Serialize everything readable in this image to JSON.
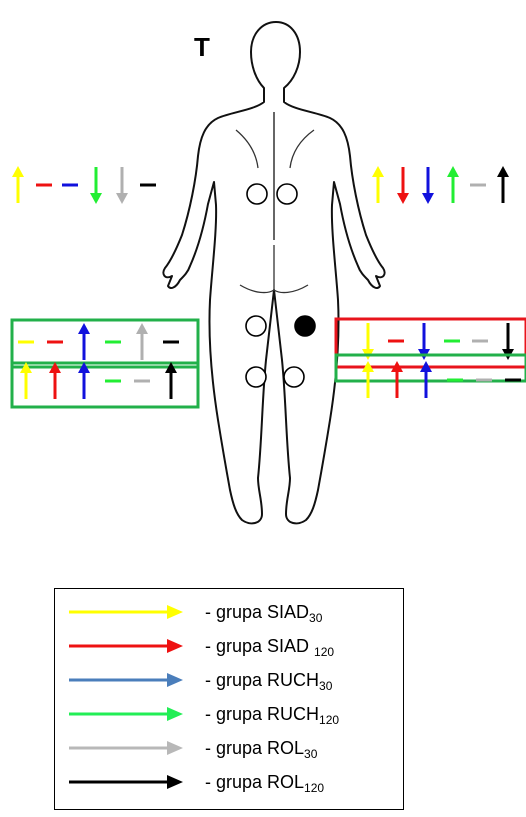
{
  "title": "T",
  "colors": {
    "SIAD30": "#ffff00",
    "SIAD120": "#ee1111",
    "RUCH30": "#1111dd",
    "RUCH120": "#22ee33",
    "ROL30": "#b0b0b0",
    "ROL120": "#000000",
    "box_green": "#22b04a",
    "box_red": "#e8141c"
  },
  "groups": [
    {
      "name": "SIAD30",
      "legend_color": "#ffff00",
      "prefix": "- grupa SIAD",
      "sub": "30"
    },
    {
      "name": "SIAD120",
      "legend_color": "#ee1111",
      "prefix": "- grupa SIAD ",
      "sub": "120"
    },
    {
      "name": "RUCH30",
      "legend_color": "#4a7ebb",
      "prefix": "- grupa RUCH",
      "sub": "30"
    },
    {
      "name": "RUCH120",
      "legend_color": "#22ee55",
      "prefix": "- grupa RUCH",
      "sub": "120"
    },
    {
      "name": "ROL30",
      "legend_color": "#b8b8b8",
      "prefix": "- grupa ROL",
      "sub": "30"
    },
    {
      "name": "ROL120",
      "legend_color": "#000000",
      "prefix": "- grupa ROL",
      "sub": "120"
    }
  ],
  "indicator_rows": [
    {
      "id": "upper-left",
      "symbols": [
        "up",
        "dash",
        "dash",
        "down",
        "down",
        "dash"
      ],
      "box": "none"
    },
    {
      "id": "upper-right",
      "symbols": [
        "up",
        "down",
        "down",
        "up",
        "dash",
        "up"
      ],
      "box": "none"
    },
    {
      "id": "mid-left",
      "symbols": [
        "dash",
        "dash",
        "up",
        "dash",
        "up",
        "dash"
      ],
      "box": "green"
    },
    {
      "id": "lower-left",
      "symbols": [
        "up",
        "up",
        "up",
        "dash",
        "dash",
        "up"
      ],
      "box": "green"
    },
    {
      "id": "mid-right",
      "symbols": [
        "down",
        "dash",
        "down",
        "dash",
        "dash",
        "down"
      ],
      "box": "red"
    },
    {
      "id": "lower-right",
      "symbols": [
        "up",
        "up",
        "up",
        "dash",
        "dash",
        "dash"
      ],
      "box": "green"
    }
  ],
  "body_markers": [
    {
      "id": "marker-lower-back-left",
      "filled": false
    },
    {
      "id": "marker-lower-back-right",
      "filled": false
    },
    {
      "id": "marker-thigh-left",
      "filled": false
    },
    {
      "id": "marker-thigh-right",
      "filled": true
    },
    {
      "id": "marker-knee-left",
      "filled": false
    },
    {
      "id": "marker-knee-right",
      "filled": false
    }
  ]
}
